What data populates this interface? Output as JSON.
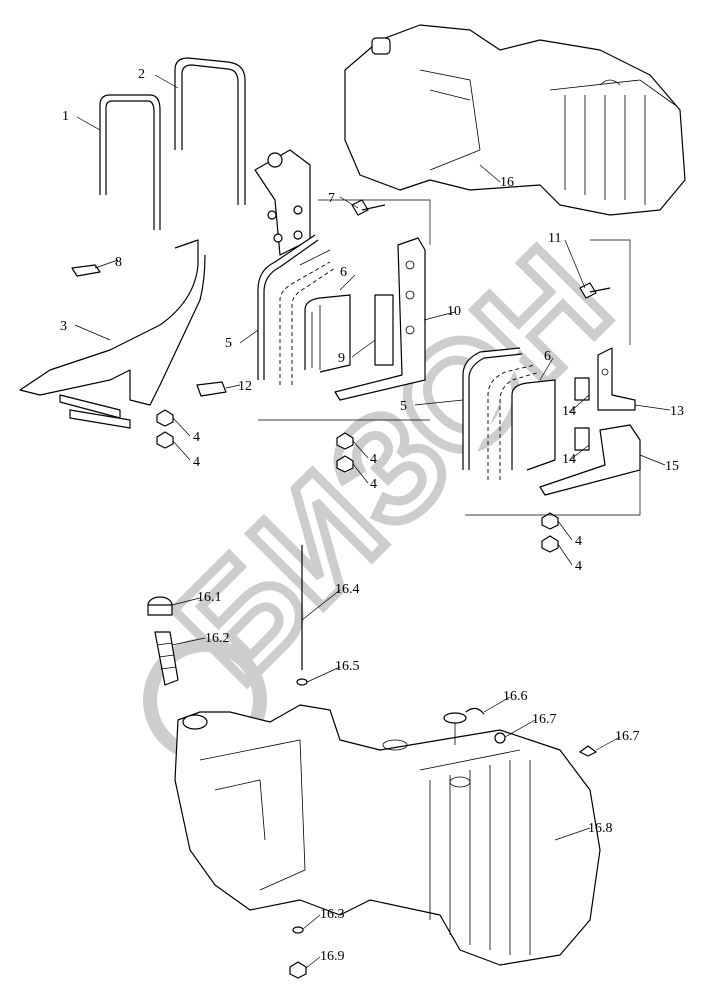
{
  "diagram": {
    "watermark": "БИЗОН",
    "watermark_color": "#c8c8c8",
    "callouts": [
      "1",
      "2",
      "3",
      "4",
      "4",
      "4",
      "4",
      "4",
      "4",
      "5",
      "5",
      "6",
      "6",
      "7",
      "8",
      "9",
      "10",
      "11",
      "12",
      "13",
      "14",
      "14",
      "15",
      "16",
      "16.1",
      "16.2",
      "16.3",
      "16.4",
      "16.5",
      "16.6",
      "16.7",
      "16.7",
      "16.8",
      "16.9"
    ]
  }
}
